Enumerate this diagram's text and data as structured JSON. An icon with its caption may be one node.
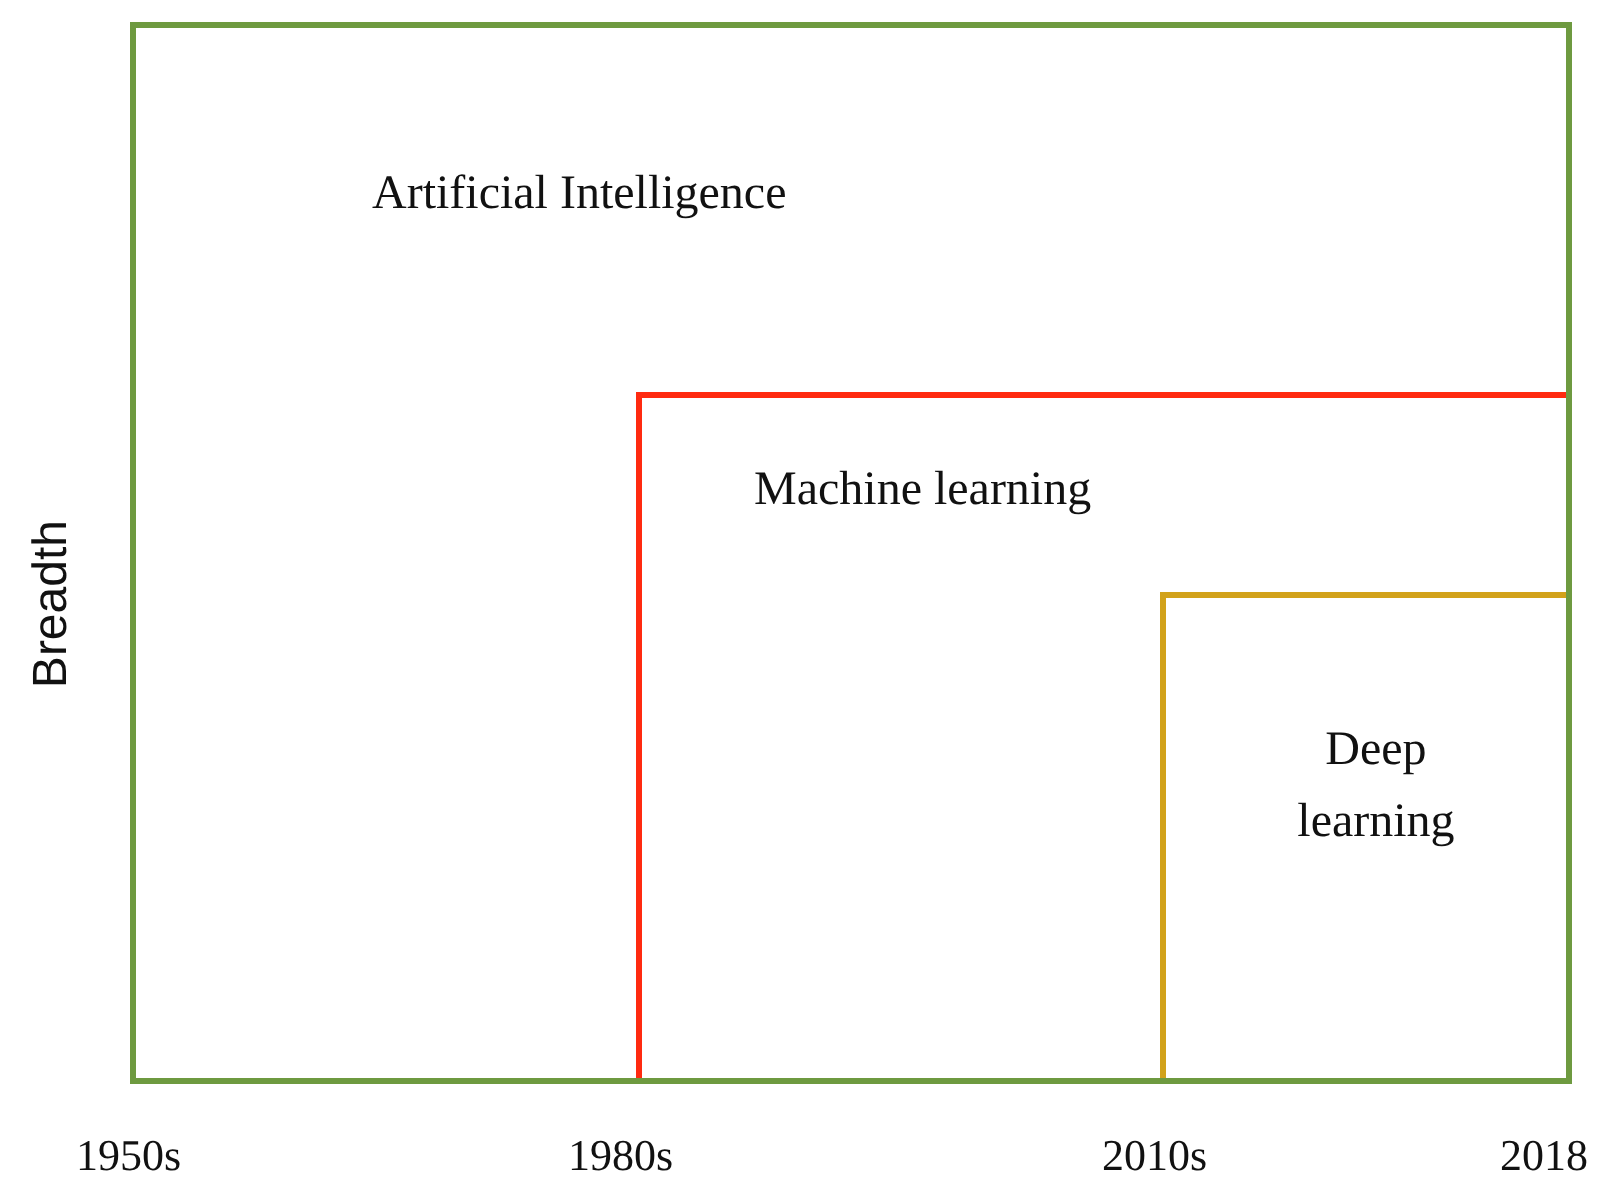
{
  "diagram": {
    "nodes": [
      {
        "text": [
          "Artificial Intelligence"
        ]
      },
      {
        "text": [
          "Machine learning"
        ],
        "in": 0
      },
      {
        "text": [
          "Deep learning"
        ],
        "in": 1
      }
    ],
    "edges": [],
    "labels": [
      "Breadth",
      "1950s",
      "1980s",
      "2010s",
      "2018"
    ]
  }
}
